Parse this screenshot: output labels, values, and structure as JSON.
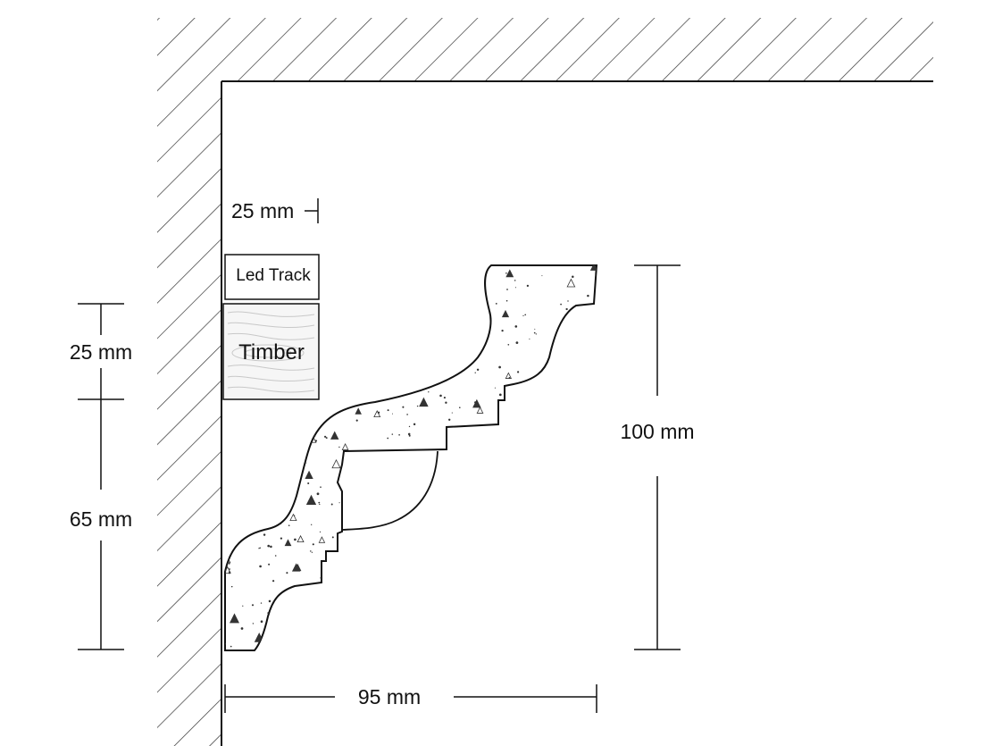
{
  "labels": {
    "led_track": "Led Track",
    "timber": "Timber",
    "top_width": "25 mm",
    "track_height": "25 mm",
    "lower_height": "65 mm",
    "total_height": "100 mm",
    "total_width": "95 mm"
  },
  "colors": {
    "line": "#111111",
    "hatch": "#333333",
    "timber_fill": "#f6f6f6",
    "timber_grain": "#c8c8c8",
    "speckle": "#333333"
  }
}
